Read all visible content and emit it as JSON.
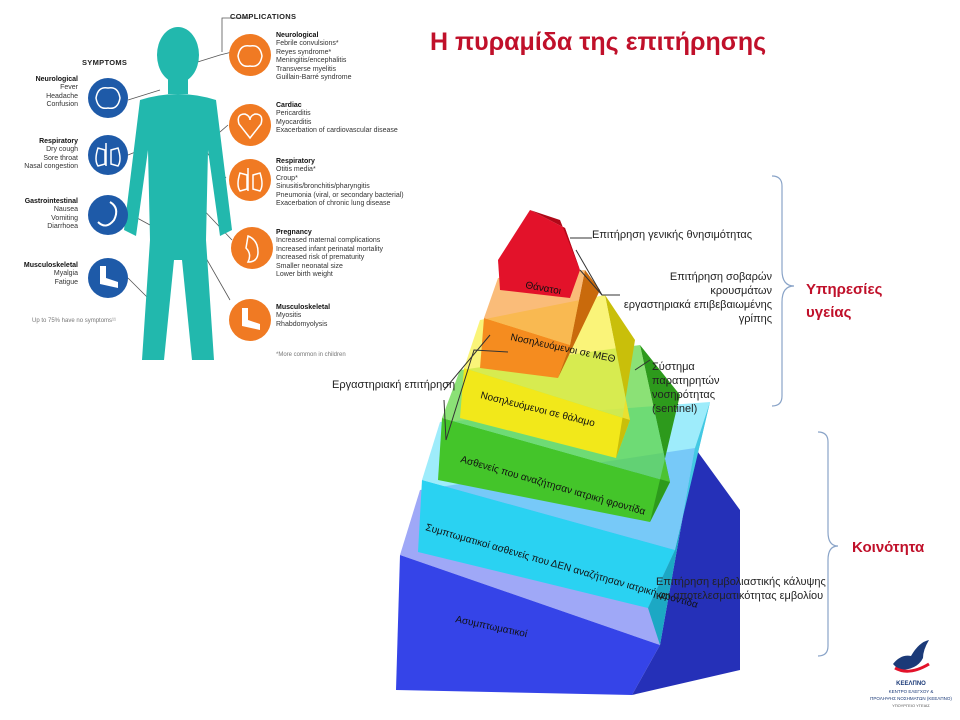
{
  "slide_title": "Η πυραμίδα της επιτήρησης",
  "infographic": {
    "symptoms_heading": "SYMPTOMS",
    "complications_heading": "COMPLICATIONS",
    "symptoms": [
      {
        "title": "Neurological",
        "items": [
          "Fever",
          "Headache",
          "Confusion"
        ]
      },
      {
        "title": "Respiratory",
        "items": [
          "Dry cough",
          "Sore throat",
          "Nasal congestion"
        ]
      },
      {
        "title": "Gastrointestinal",
        "items": [
          "Nausea",
          "Vomiting",
          "Diarrhoea"
        ]
      },
      {
        "title": "Musculoskeletal",
        "items": [
          "Myalgia",
          "Fatigue"
        ]
      }
    ],
    "symptoms_footnote": "Up to 75% have no symptoms¹¹",
    "complications": [
      {
        "title": "Neurological",
        "items": [
          "Febrile convulsions*",
          "Reyes syndrome*",
          "Meningitis/encephalitis",
          "Transverse myelitis",
          "Guillain-Barré syndrome"
        ]
      },
      {
        "title": "Cardiac",
        "items": [
          "Pericarditis",
          "Myocarditis",
          "Exacerbation of cardiovascular disease"
        ]
      },
      {
        "title": "Respiratory",
        "items": [
          "Otitis media*",
          "Croup*",
          "Sinusitis/bronchitis/pharyngitis",
          "Pneumonia (viral, or secondary bacterial)",
          "Exacerbation of chronic lung disease"
        ]
      },
      {
        "title": "Pregnancy",
        "items": [
          "Increased maternal complications",
          "Increased infant perinatal mortality",
          "Increased risk of prematurity",
          "Smaller neonatal size",
          "Lower birth weight"
        ]
      },
      {
        "title": "Musculoskeletal",
        "items": [
          "Myositis",
          "Rhabdomyolysis"
        ]
      }
    ],
    "complications_footnote": "*More common in children"
  },
  "pyramid": {
    "levels": [
      "Θάνατοι",
      "Νοσηλευόμενοι σε ΜΕΘ",
      "Νοσηλευόμενοι σε θάλαμο",
      "Ασθενείς που αναζήτησαν ιατρική φροντίδα",
      "Συμπτωματικοί ασθενείς που ΔΕΝ αναζήτησαν ιατρική φροντίδα",
      "Ασυμπτωματικοί"
    ],
    "colors": {
      "red": "#e3122a",
      "orange": "#f58c1f",
      "yellow": "#f2e81a",
      "green": "#44c52a",
      "cyan": "#2ad2f2",
      "blue": "#3544e8"
    },
    "callouts": {
      "mortality": "Επιτήρηση γενικής θνησιμότητας",
      "severe_line1": "Επιτήρηση σοβαρών κρουσμάτων",
      "severe_line2": "εργαστηριακά επιβεβαιωμένης γρίπης",
      "sentinel_line1": "Σύστημα παρατηρητών",
      "sentinel_line2": "νοσηρότητας (sentinel)",
      "lab": "Εργαστηριακή επιτήρηση",
      "vaccine_line1": "Επιτήρηση εμβολιαστικής κάλυψης",
      "vaccine_line2": "και αποτελεσματικότητας εμβολίου"
    }
  },
  "side_labels": {
    "health_services_line1": "Υπηρεσίες",
    "health_services_line2": "υγείας",
    "community": "Κοινότητα"
  },
  "logo": {
    "abbr": "ΚΕΕΛΠΝΟ",
    "full_line1": "ΚΕΝΤΡΟ ΕΛΕΓΧΟΥ &",
    "full_line2": "ΠΡΟΛΗΨΗΣ ΝΟΣΗΜΑΤΩΝ (ΚΕΕΛΠΝΟ)",
    "ministry": "ΥΠΟΥΡΓΕΙΟ ΥΓΕΙΑΣ"
  }
}
